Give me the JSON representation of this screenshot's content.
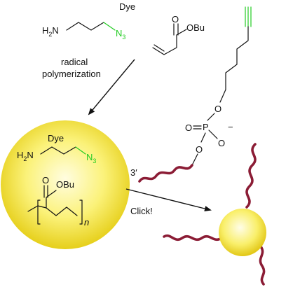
{
  "top": {
    "dye": "Dye",
    "amine": "H2N",
    "amine_main": "H",
    "amine_sub": "2",
    "amine_n": "N",
    "azide_main": "N",
    "azide_sub": "3",
    "ester": "OBu"
  },
  "arrow1": {
    "line1": "radical",
    "line2": "polymerization"
  },
  "particle": {
    "dye": "Dye",
    "amine_main": "H",
    "amine_sub": "2",
    "amine_n": "N",
    "azide_main": "N",
    "azide_sub": "3",
    "ester_o": "O",
    "ester": "OBu",
    "repeat": "n"
  },
  "phosphate": {
    "o_top": "O",
    "o_left": "O",
    "p": "P",
    "o_right": "O",
    "charge": "−",
    "o_bottom": "O",
    "end_label": "3′"
  },
  "arrow2": {
    "label": "Click!"
  },
  "colors": {
    "azide": "#22cc22",
    "dna": "#8b1c35",
    "sphere": "#f7e63a"
  }
}
